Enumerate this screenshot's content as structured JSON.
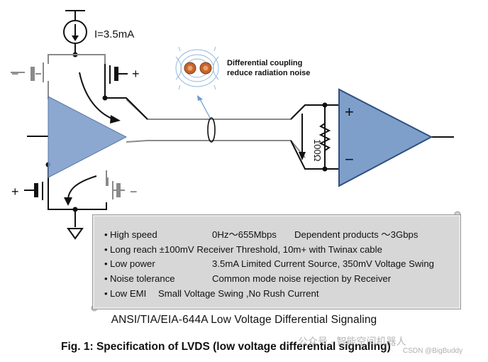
{
  "diagram": {
    "current_label": "I=3.5mA",
    "coupling_label_line1": "Differential coupling",
    "coupling_label_line2": "reduce radiation noise",
    "resistor_label": "100Ω",
    "plus": "+",
    "minus": "−",
    "driver_plus": "+",
    "driver_minus": "−"
  },
  "spec": {
    "rows": [
      {
        "bullet": "•",
        "col1": "High speed",
        "col2": "0Hz～655Mbps",
        "col3": "Dependent products ～3Gbps"
      },
      {
        "bullet": "•",
        "col1": "Long reach ±100mV Receiver Threshold, 10m+ with Twinax cable",
        "col2": "",
        "col3": ""
      },
      {
        "bullet": "•",
        "col1": "Low  power",
        "col2": "3.5mA Limited Current Source, 350mV Voltage Swing",
        "col3": ""
      },
      {
        "bullet": "•",
        "col1": "Noise tolerance",
        "col2": "Common mode noise rejection by Receiver",
        "col3": ""
      },
      {
        "bullet": "•",
        "col1": "Low EMI",
        "col2": "Small Voltage Swing ,No Rush Current",
        "col3": ""
      }
    ]
  },
  "subtitle": "ANSI/TIA/EIA-644A   Low Voltage Differential Signaling",
  "caption": "Fig. 1: Specification of LVDS (low voltage differential signaling)",
  "watermark": {
    "line1": "公众号 · 智能空间机器人",
    "line2": "CSDN @BigBuddy"
  },
  "colors": {
    "triangle_fill": "#7f9fcb",
    "triangle_stroke": "#2f4f80",
    "wire": "#111111",
    "gray_wire": "#8a8a8a",
    "box_bg": "#d7d7d7",
    "field_lines": "#8fb4dc",
    "charge": "#c8642a"
  }
}
